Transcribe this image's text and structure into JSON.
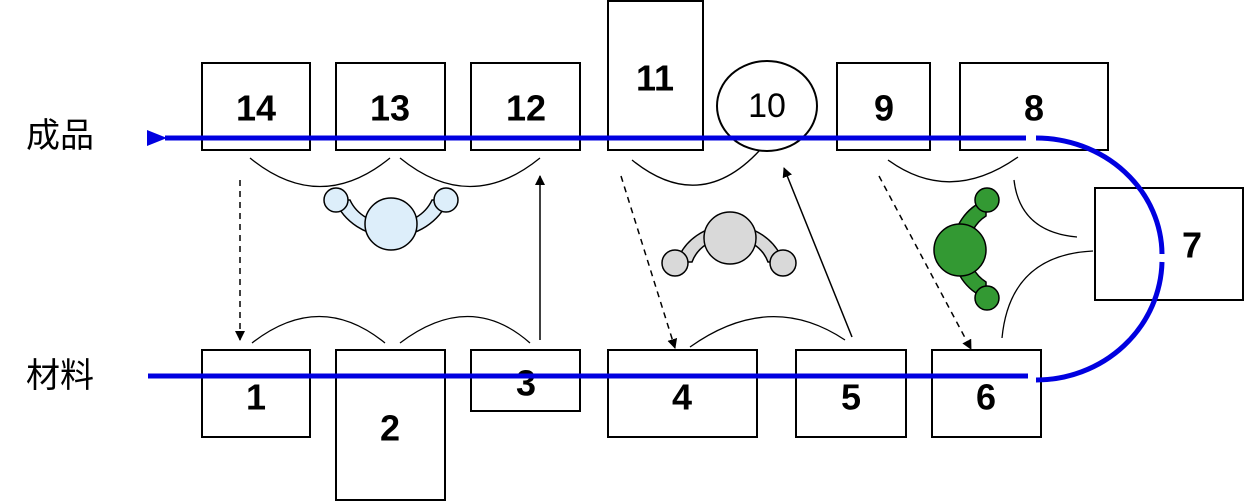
{
  "labels": {
    "finished": "成品",
    "material": "材料"
  },
  "stations": {
    "s1": "1",
    "s2": "2",
    "s3": "3",
    "s4": "4",
    "s5": "5",
    "s6": "6",
    "s7": "7",
    "s8": "8",
    "s9": "9",
    "s10": "10",
    "s11": "11",
    "s12": "12",
    "s13": "13",
    "s14": "14"
  },
  "colors": {
    "flow": "#0000e0",
    "worker1": "#ddeefa",
    "worker2": "#d9d9d9",
    "worker3": "#339933"
  }
}
